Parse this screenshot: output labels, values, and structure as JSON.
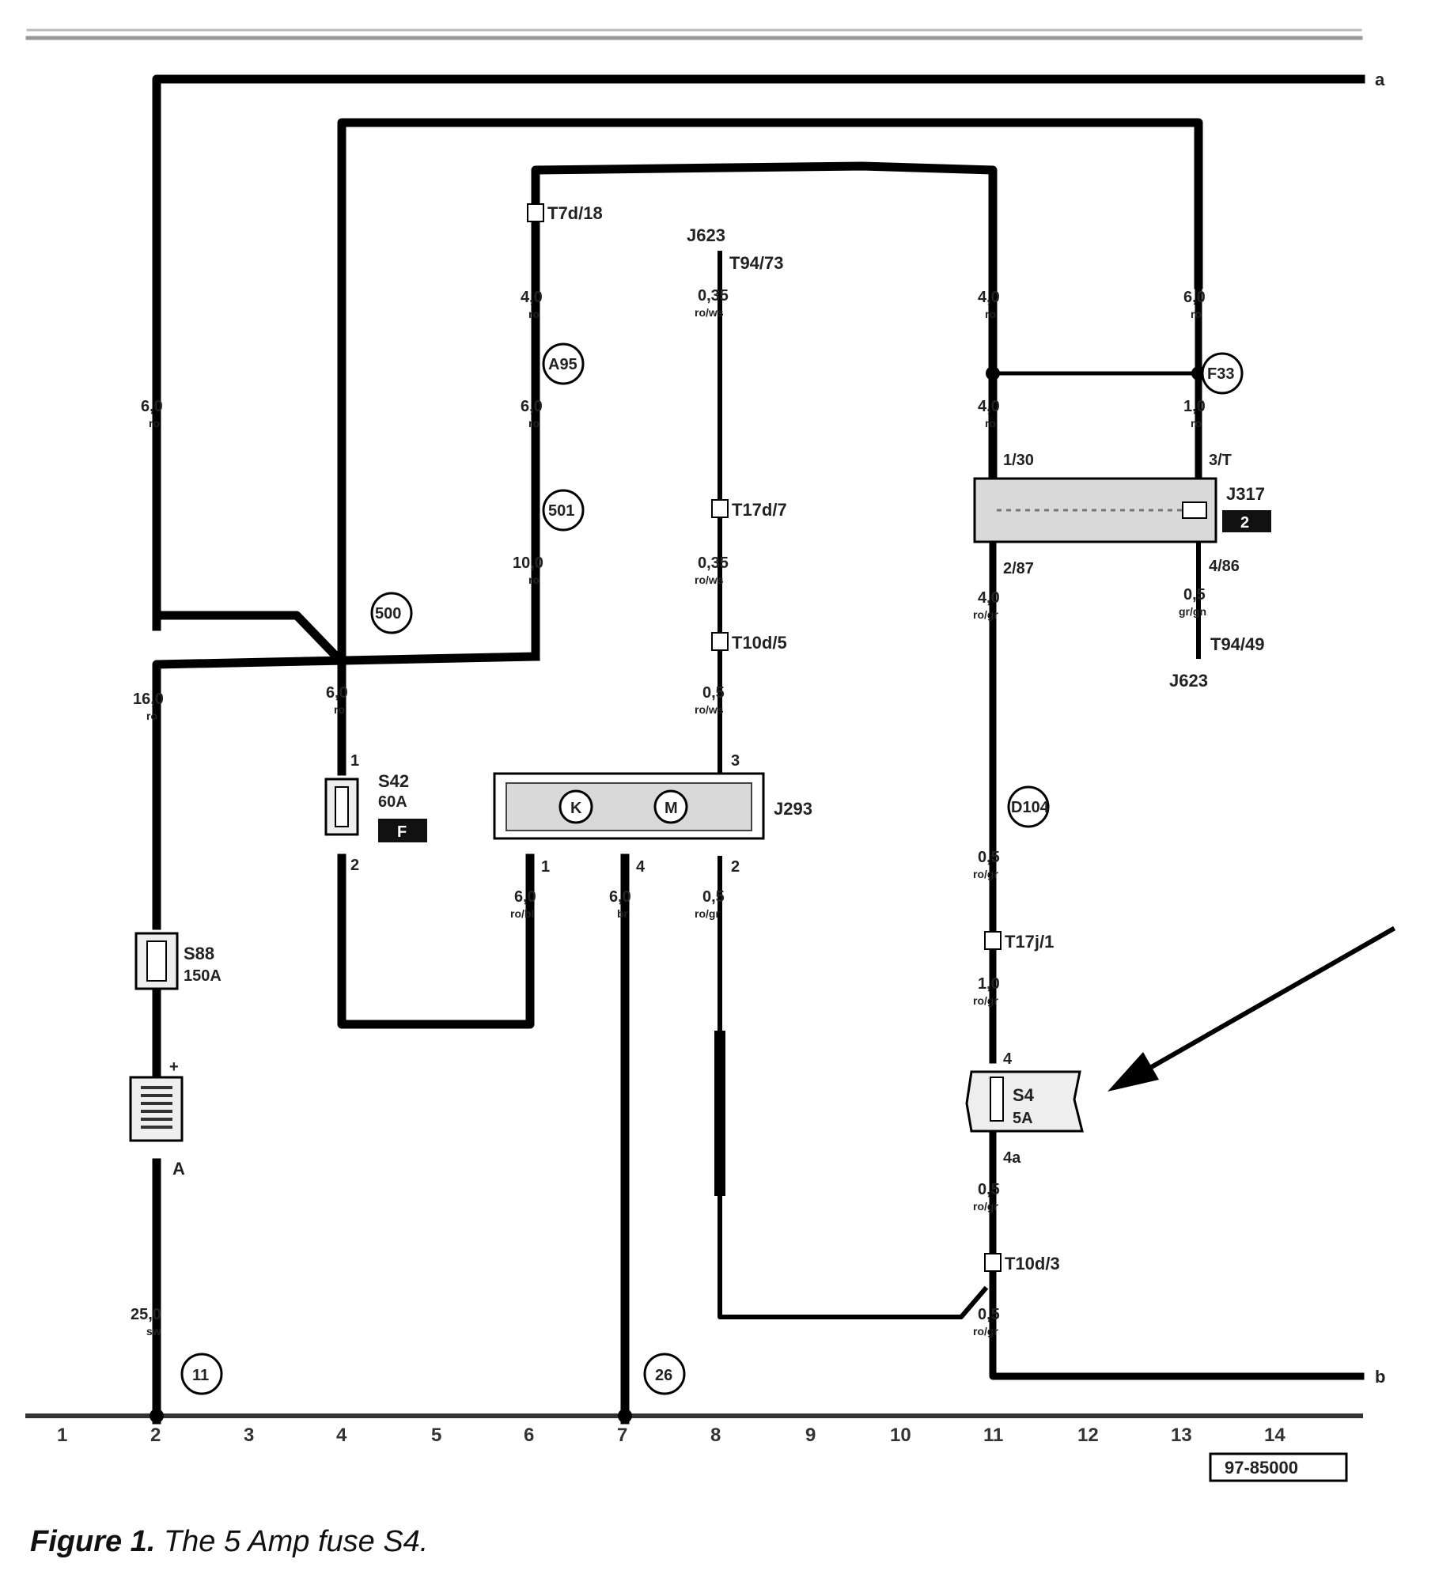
{
  "figure": {
    "caption_label": "Figure 1.",
    "caption_text": "The 5 Amp fuse S4.",
    "reference": "97-85000"
  },
  "edge_markers": {
    "top": "a",
    "bottom": "b"
  },
  "columns": [
    "1",
    "2",
    "3",
    "4",
    "5",
    "6",
    "7",
    "8",
    "9",
    "10",
    "11",
    "12",
    "13",
    "14"
  ],
  "grounds": [
    "11",
    "26"
  ],
  "splices": [
    "500",
    "A95",
    "501",
    "F33",
    "D104"
  ],
  "components": {
    "S88": {
      "name": "S88",
      "rating": "150A"
    },
    "S42": {
      "name": "S42",
      "rating": "60A",
      "badge": "F"
    },
    "S4": {
      "name": "S4",
      "rating": "5A"
    },
    "J293": {
      "name": "J293",
      "symbols": [
        "K",
        "M"
      ]
    },
    "J317": {
      "name": "J317",
      "badge": "2"
    },
    "battery": {
      "name": "A",
      "pole": "+"
    },
    "J623_top": "J623",
    "J623_bottom": "J623"
  },
  "connectors": [
    "T7d/18",
    "T94/73",
    "T17d/7",
    "T10d/5",
    "T17j/1",
    "T10d/3",
    "T94/49"
  ],
  "pins": [
    "1",
    "2",
    "3",
    "4",
    "1/30",
    "3/T",
    "2/87",
    "4/86",
    "4",
    "4a"
  ],
  "wires": [
    {
      "id": "w1",
      "size": "6,0",
      "color": "ro"
    },
    {
      "id": "w2",
      "size": "16,0",
      "color": "ro"
    },
    {
      "id": "w3",
      "size": "25,0",
      "color": "sw"
    },
    {
      "id": "w4",
      "size": "6,0",
      "color": "ro"
    },
    {
      "id": "w5",
      "size": "4,0",
      "color": "ro"
    },
    {
      "id": "w6",
      "size": "6,0",
      "color": "ro"
    },
    {
      "id": "w7",
      "size": "10,0",
      "color": "ro"
    },
    {
      "id": "w8",
      "size": "0,35",
      "color": "ro/ws"
    },
    {
      "id": "w9",
      "size": "0,35",
      "color": "ro/ws"
    },
    {
      "id": "w10",
      "size": "0,5",
      "color": "ro/ws"
    },
    {
      "id": "w11",
      "size": "6,0",
      "color": "ro/bl"
    },
    {
      "id": "w12",
      "size": "6,0",
      "color": "br"
    },
    {
      "id": "w13",
      "size": "0,5",
      "color": "ro/gr"
    },
    {
      "id": "w14",
      "size": "4,0",
      "color": "ro"
    },
    {
      "id": "w15",
      "size": "4,0",
      "color": "ro"
    },
    {
      "id": "w16",
      "size": "4,0",
      "color": "ro/gr"
    },
    {
      "id": "w17",
      "size": "0,5",
      "color": "ro/gr"
    },
    {
      "id": "w18",
      "size": "1,0",
      "color": "ro/gr"
    },
    {
      "id": "w19",
      "size": "0,5",
      "color": "ro/gr"
    },
    {
      "id": "w20",
      "size": "0,5",
      "color": "ro/gr"
    },
    {
      "id": "w21",
      "size": "6,0",
      "color": "ro"
    },
    {
      "id": "w22",
      "size": "1,0",
      "color": "ro"
    },
    {
      "id": "w23",
      "size": "0,5",
      "color": "gr/gn"
    }
  ]
}
